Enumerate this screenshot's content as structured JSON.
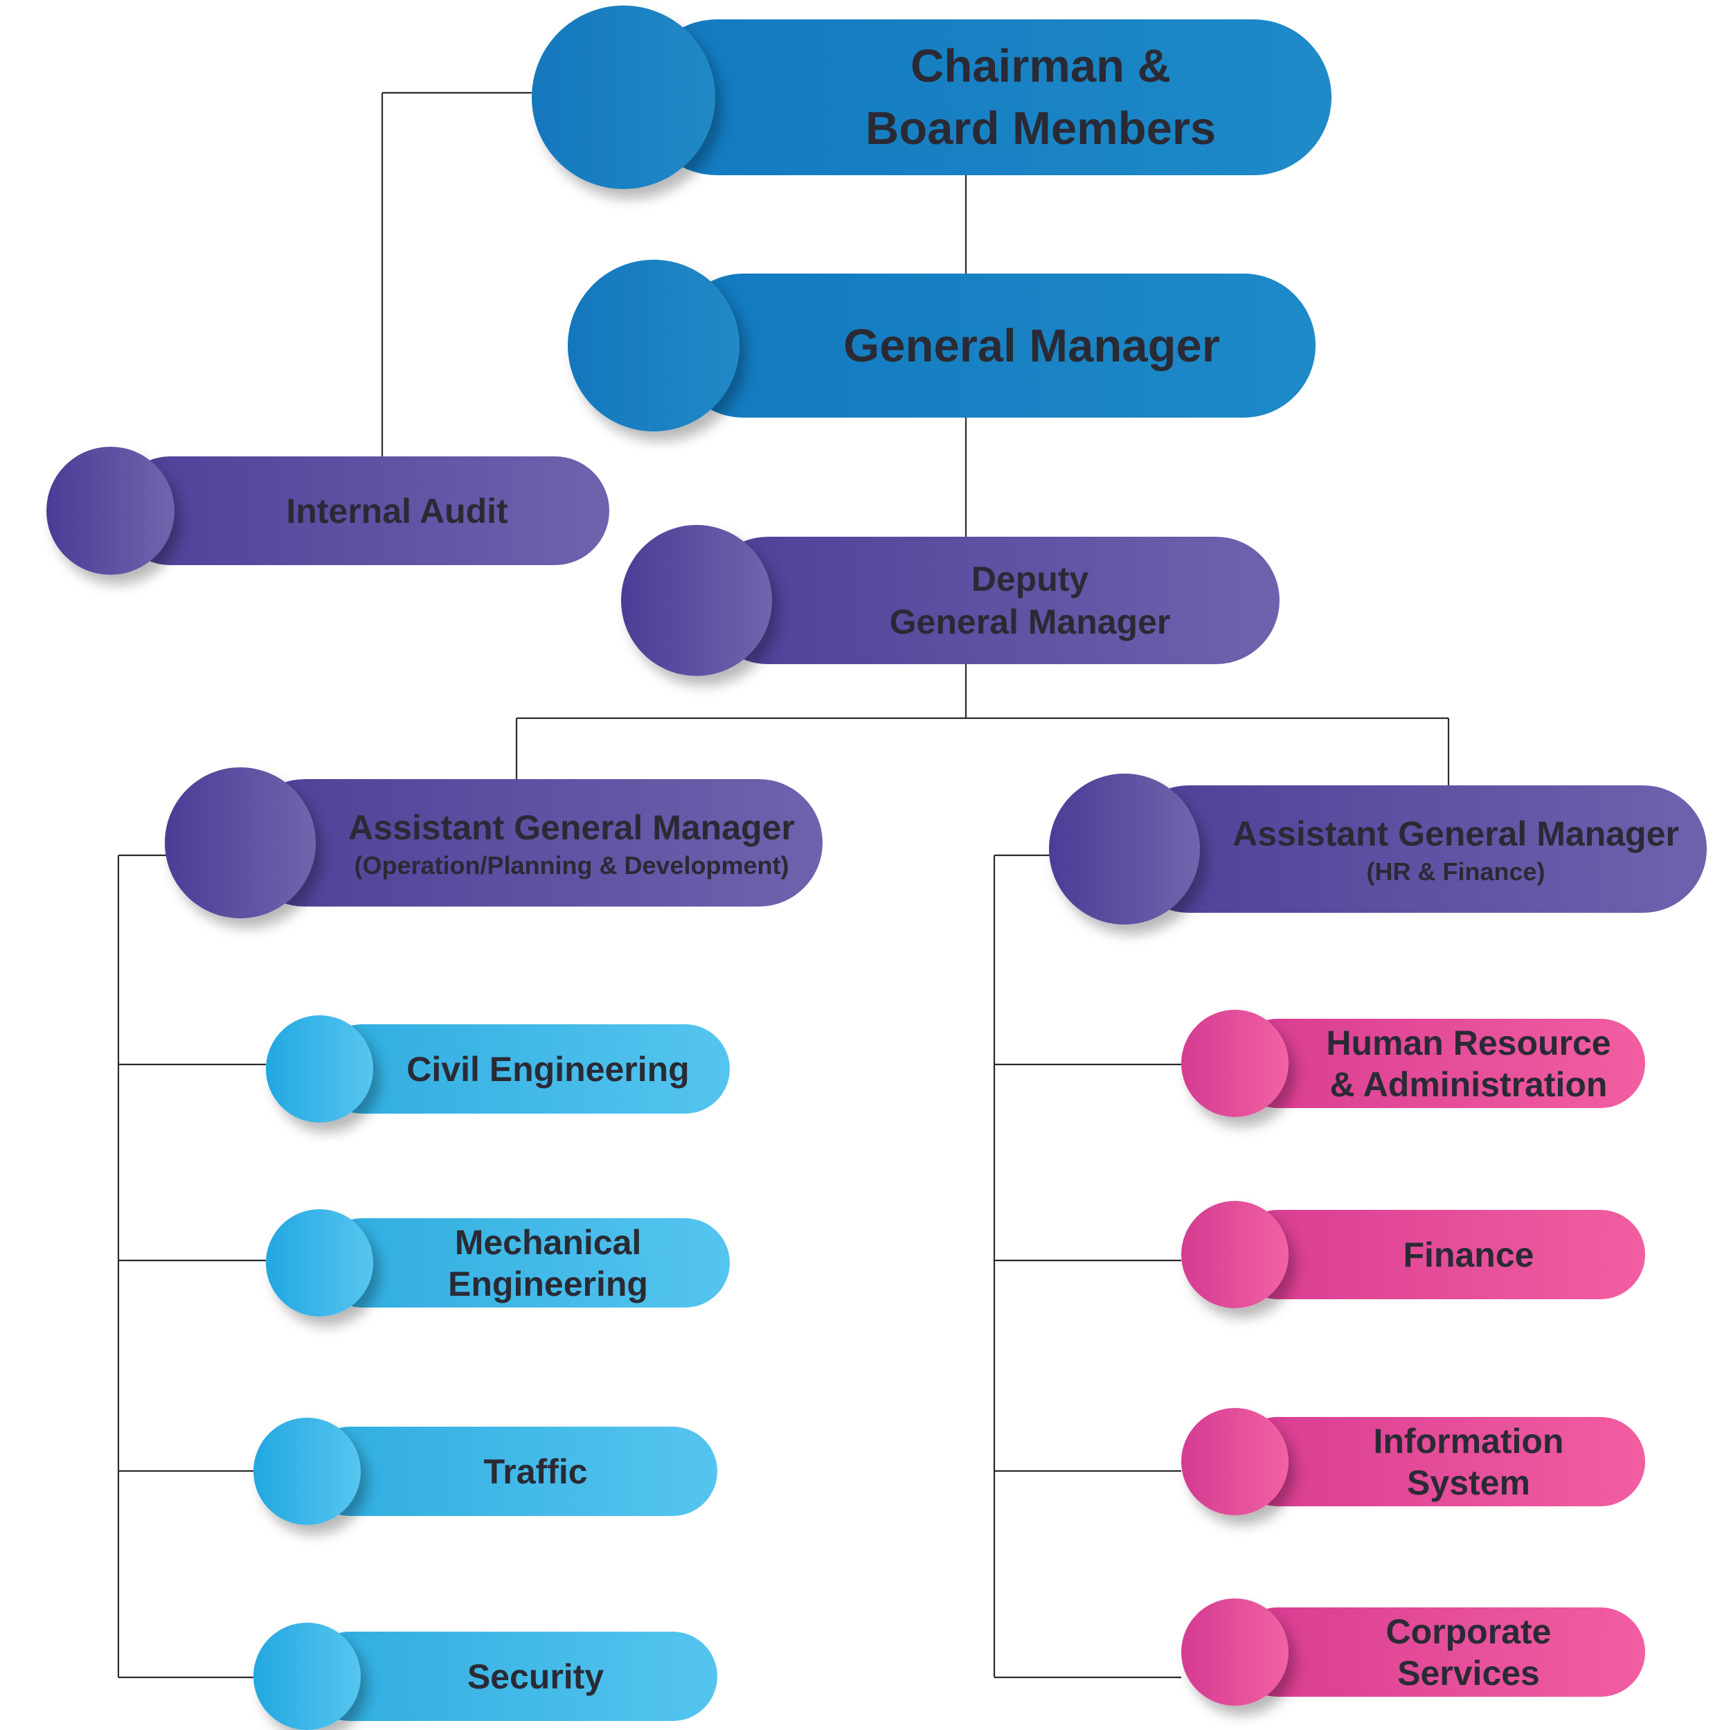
{
  "colors": {
    "top_level": "#1a82c4",
    "management": "#5e4fa2",
    "operations_departments": "#3dbbe8",
    "hr_finance_departments": "#e84d9a",
    "connector": "#2b2b2b"
  },
  "org": {
    "chairman": {
      "lines": [
        "Chairman &",
        "Board Members"
      ]
    },
    "general_manager": {
      "lines": [
        "General Manager"
      ]
    },
    "internal_audit": {
      "lines": [
        "Internal Audit"
      ]
    },
    "deputy_gm": {
      "lines": [
        "Deputy",
        "General Manager"
      ]
    },
    "agm_operation": {
      "title": "Assistant General Manager",
      "subtitle": "(Operation/Planning & Development)"
    },
    "agm_hr_finance": {
      "title": "Assistant General Manager",
      "subtitle": "(HR & Finance)"
    },
    "operation_departments": [
      {
        "lines": [
          "Civil Engineering"
        ]
      },
      {
        "lines": [
          "Mechanical",
          "Engineering"
        ]
      },
      {
        "lines": [
          "Traffic"
        ]
      },
      {
        "lines": [
          "Security"
        ]
      }
    ],
    "hr_finance_departments": [
      {
        "lines": [
          "Human Resource",
          "& Administration"
        ]
      },
      {
        "lines": [
          "Finance"
        ]
      },
      {
        "lines": [
          "Information",
          "System"
        ]
      },
      {
        "lines": [
          "Corporate",
          "Services"
        ]
      }
    ]
  }
}
